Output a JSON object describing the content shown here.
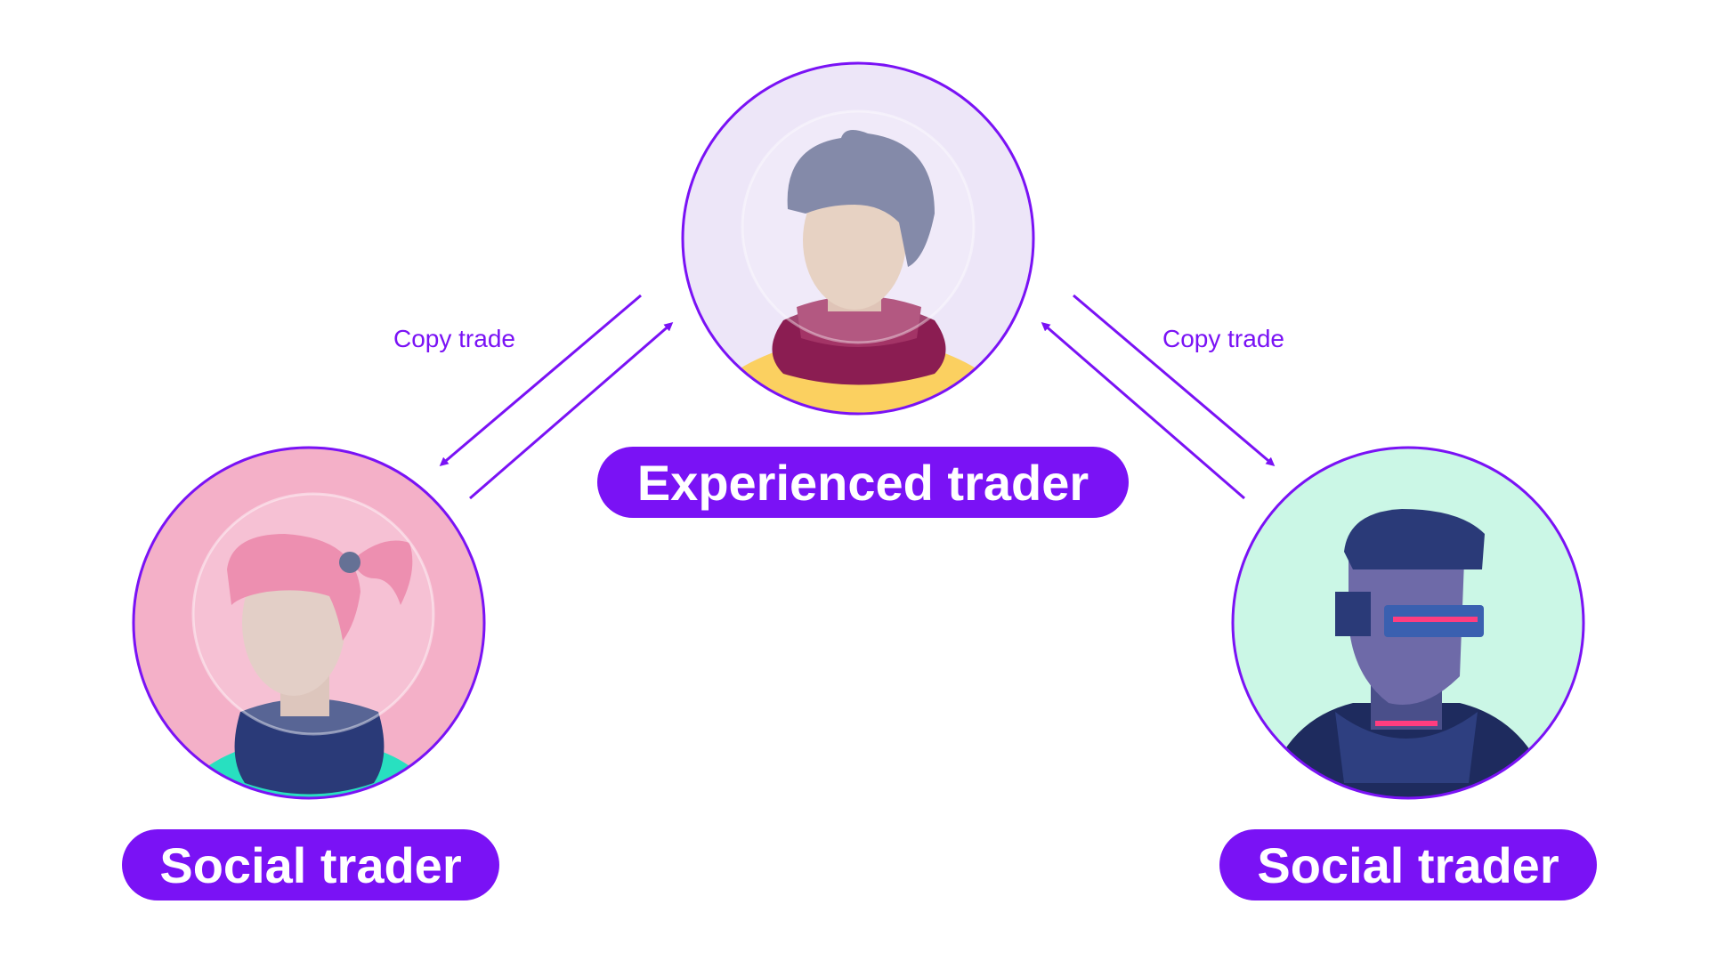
{
  "nodes": {
    "experienced": {
      "label": "Experienced trader"
    },
    "social_left": {
      "label": "Social trader"
    },
    "social_right": {
      "label": "Social trader"
    }
  },
  "edges": {
    "left": {
      "label": "Copy trade"
    },
    "right": {
      "label": "Copy trade"
    }
  },
  "colors": {
    "accent": "#7a12f5",
    "experienced_bg": "#ede6f8",
    "social_left_bg": "#f4b0c8",
    "social_right_bg": "#cbf7e6"
  }
}
